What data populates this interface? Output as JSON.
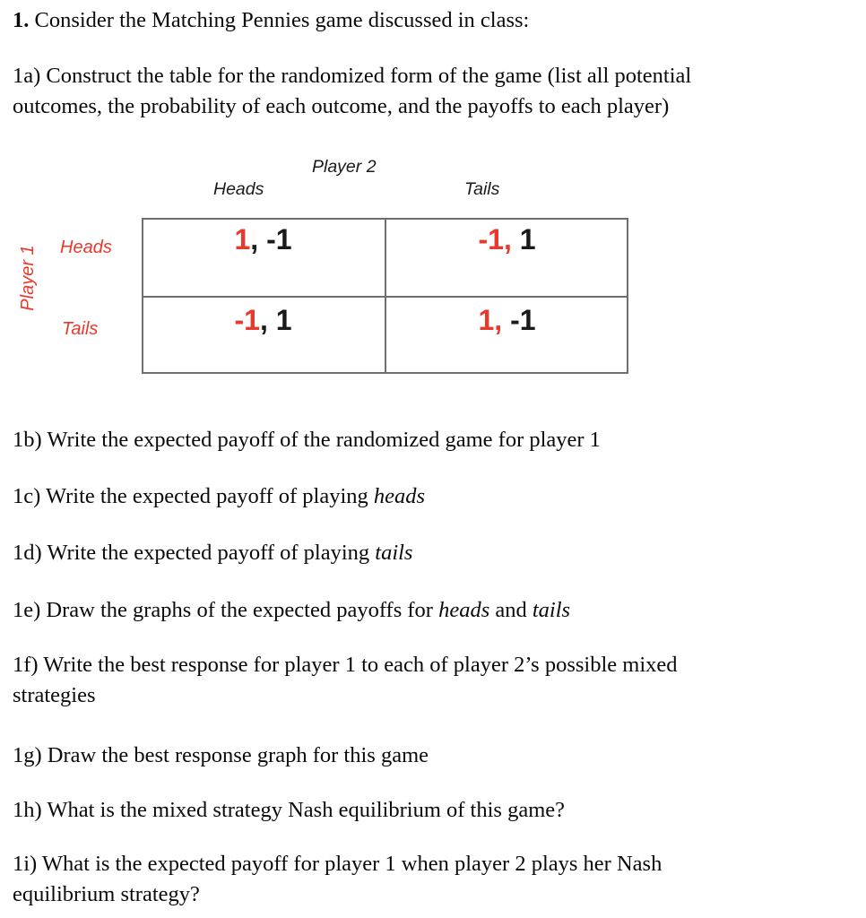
{
  "colors": {
    "accent_red": "#e8392c",
    "grid_line": "#6e6e6e",
    "text": "#0a0a0a"
  },
  "intro": {
    "q1_number": "1.",
    "q1_text": " Consider the Matching Pennies game discussed in class:",
    "q1a_line1": "1a) Construct the table for the randomized form of the game (list all potential",
    "q1a_line2": "outcomes, the probability of each outcome, and the payoffs to each player)"
  },
  "matrix": {
    "player2_label": "Player 2",
    "player1_label": "Player 1",
    "col_header_heads": "Heads",
    "col_header_tails": "Tails",
    "row_header_heads": "Heads",
    "row_header_tails": "Tails",
    "cells": {
      "heads_heads": {
        "p1": "1",
        "p2": ", -1"
      },
      "heads_tails": {
        "p1": "-1,",
        "p2": " 1"
      },
      "tails_heads": {
        "p1": "-1",
        "p2": ", 1"
      },
      "tails_tails": {
        "p1": "1,",
        "p2": " -1"
      }
    }
  },
  "questions": {
    "q1b": {
      "text": "1b) Write the expected payoff of the randomized game for player 1"
    },
    "q1c": {
      "pre": "1c) Write the expected payoff of playing ",
      "italic": "heads"
    },
    "q1d": {
      "pre": "1d) Write the expected payoff of playing ",
      "italic": "tails"
    },
    "q1e": {
      "pre": "1e) Draw the graphs of the expected payoffs for ",
      "italic1": "heads",
      "mid": " and ",
      "italic2": "tails"
    },
    "q1f": {
      "line1": "1f) Write the best response for player 1 to each of player 2’s possible mixed",
      "line2": "strategies"
    },
    "q1g": {
      "text": "1g) Draw the best response graph for this game"
    },
    "q1h": {
      "text": "1h) What is the mixed strategy Nash equilibrium of this game?"
    },
    "q1i": {
      "line1": "1i) What is the expected payoff for player 1 when player 2 plays her Nash",
      "line2": "equilibrium strategy?"
    }
  }
}
